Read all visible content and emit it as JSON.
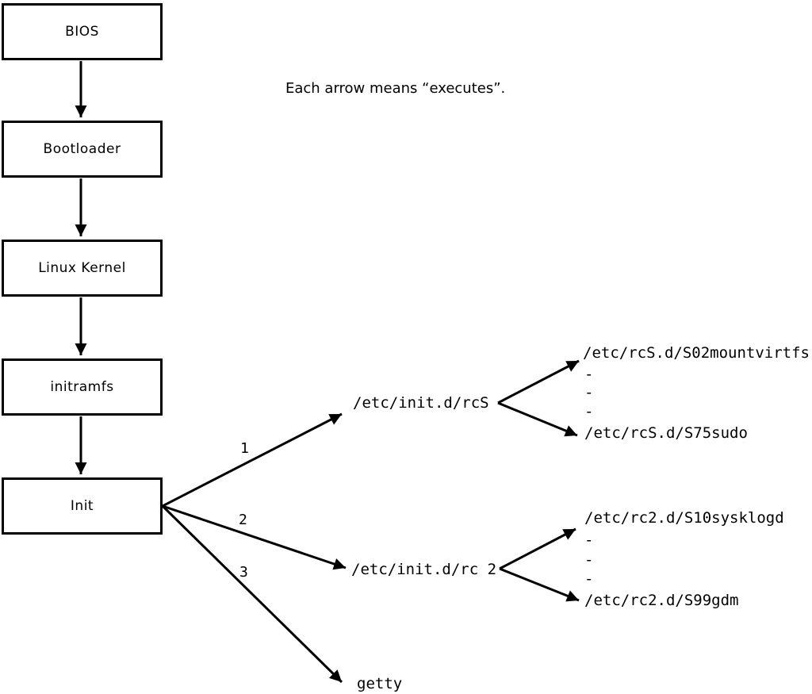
{
  "caption": "Each arrow means “executes”.",
  "flow": {
    "boxes": [
      {
        "label": "BIOS"
      },
      {
        "label": "Bootloader"
      },
      {
        "label": "Linux Kernel"
      },
      {
        "label": "initramfs"
      },
      {
        "label": "Init"
      }
    ]
  },
  "branches": [
    {
      "number": "1",
      "target": "/etc/init.d/rcS",
      "children": [
        "/etc/rcS.d/S02mountvirtfs",
        "-",
        "-",
        "-",
        "/etc/rcS.d/S75sudo"
      ]
    },
    {
      "number": "2",
      "target": "/etc/init.d/rc 2",
      "children": [
        "/etc/rc2.d/S10sysklogd",
        "-",
        "-",
        "-",
        "/etc/rc2.d/S99gdm"
      ]
    },
    {
      "number": "3",
      "target": "getty",
      "children": []
    }
  ],
  "colors": {
    "ink": "#000000",
    "background": "#ffffff"
  }
}
